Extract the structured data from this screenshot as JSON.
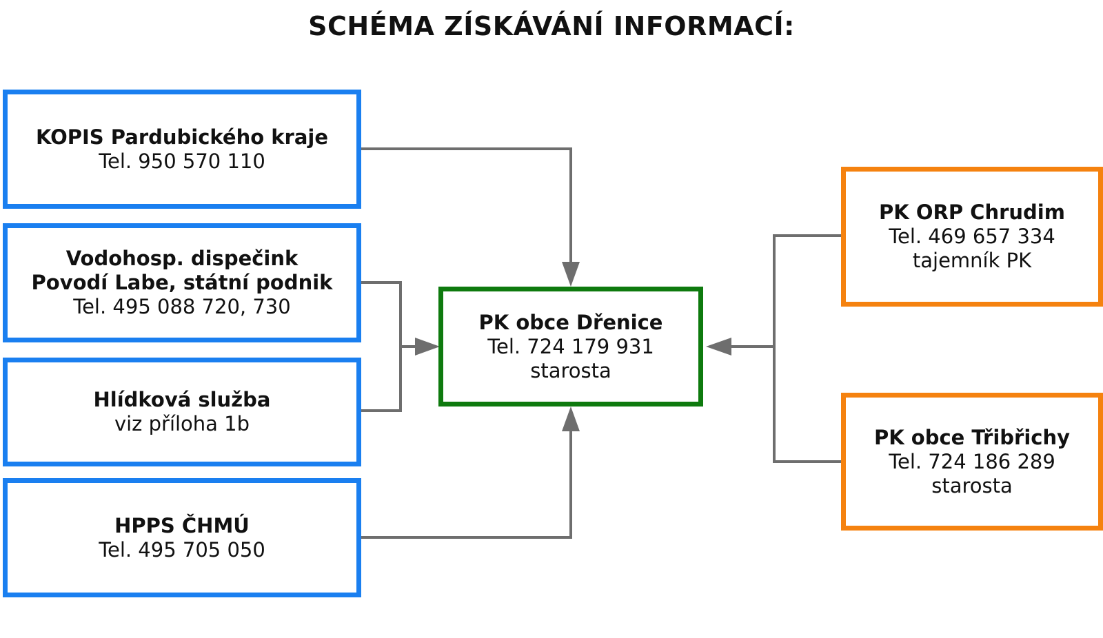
{
  "title": "SCHÉMA ZÍSKÁVÁNÍ INFORMACÍ:",
  "colors": {
    "source_border": "#1a7ff0",
    "center_border": "#0e7a0e",
    "right_border": "#f5820f",
    "connector": "#6e6e6e"
  },
  "boxes": {
    "kopis": {
      "name": "KOPIS Pardubického kraje",
      "line1": "Tel. 950 570 110"
    },
    "povodi": {
      "name1": "Vodohosp. dispečink",
      "name2": "Povodí Labe, státní podnik",
      "line1": "Tel. 495 088 720, 730"
    },
    "hlidkova": {
      "name": "Hlídková služba",
      "line1": "viz příloha 1b"
    },
    "hpps": {
      "name": "HPPS ČHMÚ",
      "line1": "Tel. 495 705 050"
    },
    "center": {
      "name": "PK obce Dřenice",
      "line1": "Tel. 724 179 931",
      "line2": "starosta"
    },
    "chrudim": {
      "name": "PK ORP Chrudim",
      "line1": "Tel.  469 657 334",
      "line2": "tajemník PK"
    },
    "tribrichy": {
      "name": "PK obce Třibřichy",
      "line1": "Tel. 724 186 289",
      "line2": "starosta"
    }
  }
}
